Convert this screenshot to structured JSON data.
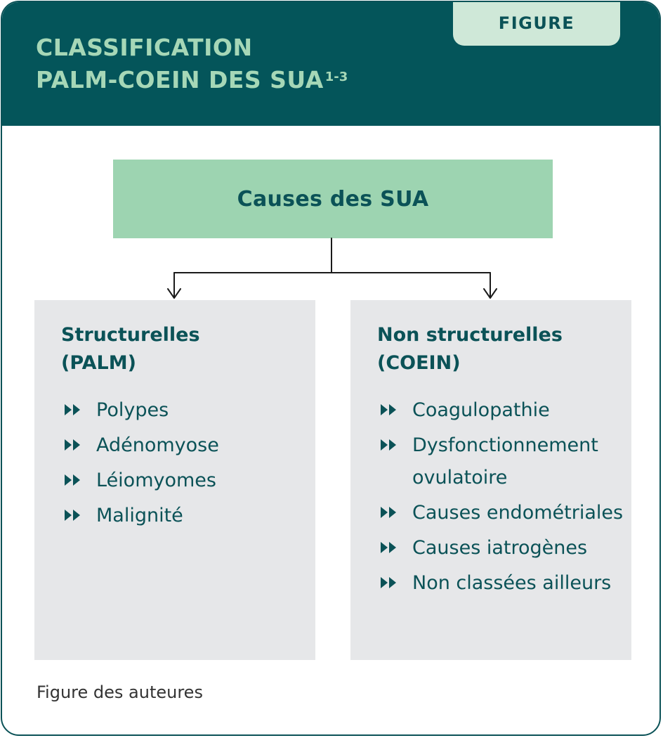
{
  "header": {
    "title_line1": "CLASSIFICATION",
    "title_line2": "PALM-COEIN DES SUA",
    "title_sup": "1-3",
    "tag": "FIGURE"
  },
  "diagram": {
    "root": "Causes des SUA",
    "branches": [
      {
        "title_line1": "Structurelles",
        "title_line2": "(PALM)",
        "items": [
          "Polypes",
          "Adénomyose",
          "Léiomyomes",
          "Malignité"
        ]
      },
      {
        "title_line1": "Non structurelles",
        "title_line2": "(COEIN)",
        "items": [
          "Coagulopathie",
          "Dysfonctionnement ovulatoire",
          "Causes endométriales",
          "Causes iatrogènes",
          "Non classées ailleurs"
        ]
      }
    ],
    "bullet_icon": "double-chevron-right-icon"
  },
  "caption": "Figure des auteures",
  "colors": {
    "header_bg": "#04555a",
    "header_text": "#a6d7b7",
    "tag_bg": "#cfe8d8",
    "root_bg": "#9dd4b1",
    "text_dark": "#0b5257",
    "column_bg": "#e6e7e9"
  }
}
